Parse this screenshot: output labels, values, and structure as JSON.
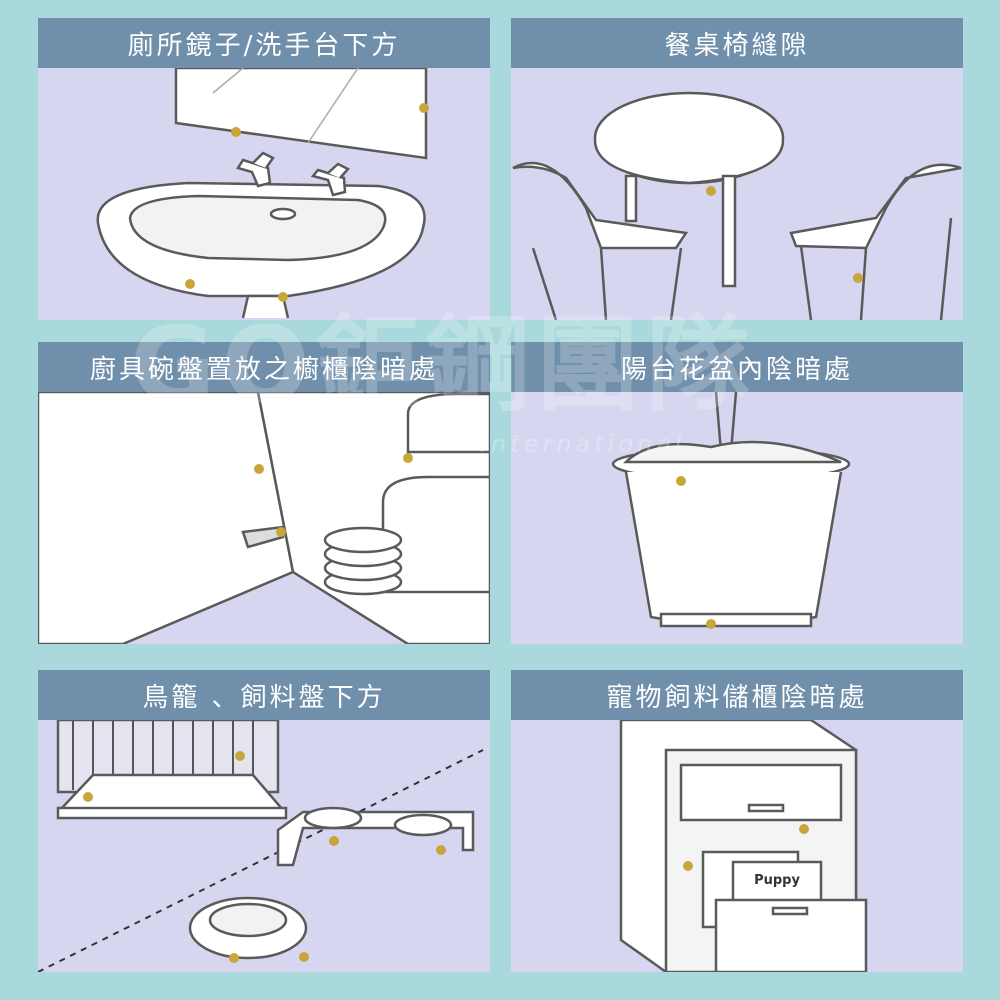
{
  "panels": [
    {
      "title": "廁所鏡子/洗手台下方"
    },
    {
      "title": "餐桌椅縫隙"
    },
    {
      "title": "廚具碗盤置放之櫥櫃陰暗處"
    },
    {
      "title": "陽台花盆內陰暗處"
    },
    {
      "title": "鳥籠 、飼料盤下方"
    },
    {
      "title": "寵物飼料儲櫃陰暗處"
    }
  ],
  "bag_label": "Puppy",
  "watermark": {
    "main": "GO鉅鋼團隊",
    "sub": "International"
  },
  "colors": {
    "background": "#a9d9dc",
    "panel": "#d6d6f0",
    "header": "#6f8fab",
    "dot": "#c9a63a",
    "line": "#5a5a5a"
  }
}
